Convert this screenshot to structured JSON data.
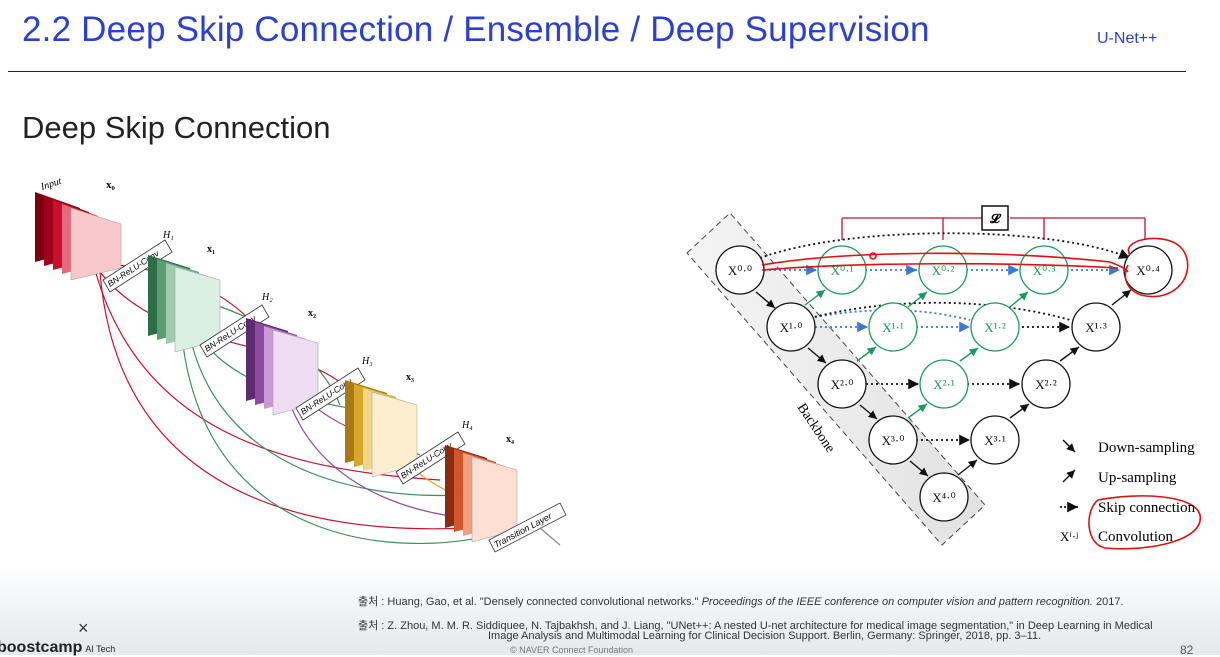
{
  "header": {
    "title": "2.2 Deep Skip Connection / Ensemble / Deep Supervision",
    "tag": "U-Net++"
  },
  "section": {
    "subtitle": "Deep Skip Connection"
  },
  "densenet": {
    "input": "Input",
    "x0": "x₀",
    "x1": "x₁",
    "x2": "x₂",
    "x3": "x₃",
    "x4": "x₄",
    "h1": "H₁",
    "h2": "H₂",
    "h3": "H₃",
    "h4": "H₄",
    "conv": "BN-ReLU-Conv",
    "transition": "Transition Layer",
    "colors": {
      "l0": "#c8102e",
      "l1": "#3f8f5a",
      "l2": "#8e4aa0",
      "l3": "#d7a62a",
      "l4": "#d2552b"
    }
  },
  "unet": {
    "loss": "𝓛",
    "backbone": "Backbone",
    "nodes": {
      "n00": "X⁰·⁰",
      "n10": "X¹·⁰",
      "n20": "X²·⁰",
      "n30": "X³·⁰",
      "n40": "X⁴·⁰",
      "n01": "X⁰·¹",
      "n11": "X¹·¹",
      "n21": "X²·¹",
      "n31": "X³·¹",
      "n02": "X⁰·²",
      "n12": "X¹·²",
      "n22": "X²·²",
      "n03": "X⁰·³",
      "n13": "X¹·³",
      "n04": "X⁰·⁴"
    },
    "legend": {
      "down": "Down-sampling",
      "up": "Up-sampling",
      "skip": "Skip connection",
      "conv_symbol": "Xⁱ·ʲ",
      "conv": "Convolution"
    },
    "colors": {
      "green": "#1a9a5a",
      "blue": "#3b78d8",
      "red": "#c8102e",
      "annot": "#e01010"
    }
  },
  "footer": {
    "cite1_prefix": "출처 : Huang, Gao, et al. \"Densely connected convolutional networks.\" ",
    "cite1_italic": "Proceedings of the IEEE conference on computer vision and pattern recognition.",
    "cite1_suffix": " 2017.",
    "cite2_line1": "출처 : Z. Zhou, M. M. R. Siddiquee, N. Tajbakhsh, and J. Liang, \"UNet++: A nested U-net architecture for medical image segmentation,\" in Deep Learning in Medical",
    "cite2_line2": "Image Analysis and Multimodal Learning for Clinical Decision Support. Berlin, Germany: Springer, 2018, pp. 3–11.",
    "copyright": "© NAVER Connect Foundation",
    "page": "82",
    "close": "×",
    "logo": "boostcamp",
    "logo_sub": "AI Tech"
  }
}
